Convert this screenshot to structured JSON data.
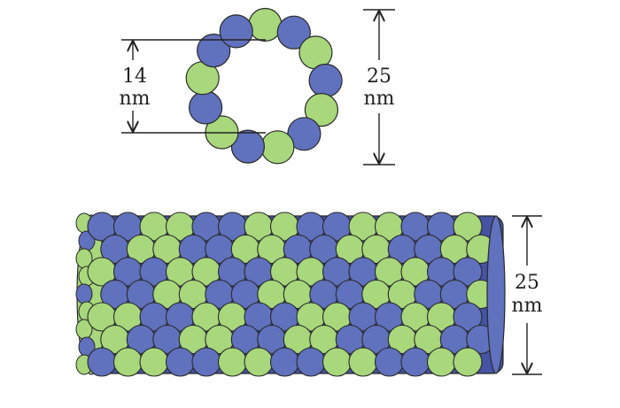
{
  "colors": {
    "green": "#a8d77c",
    "blue": "#6071bd",
    "outline": "#2a2a2a",
    "background": "#ffffff",
    "tube_shadow": "#4553a3"
  },
  "labels": {
    "inner_diameter_value": "14",
    "inner_diameter_unit": "nm",
    "outer_diameter_value": "25",
    "outer_diameter_unit": "nm",
    "tube_diameter_value": "25",
    "tube_diameter_unit": "nm"
  },
  "ring": {
    "subunit_count": 13,
    "subunit_colors": [
      "green",
      "blue",
      "green",
      "blue",
      "green",
      "blue",
      "green",
      "blue",
      "green",
      "blue",
      "green",
      "blue",
      "blue"
    ]
  },
  "tube": {
    "protofilament_rows": 7,
    "subunits_per_row": 15,
    "pattern": "alternating tubulin dimers (green/blue)"
  }
}
